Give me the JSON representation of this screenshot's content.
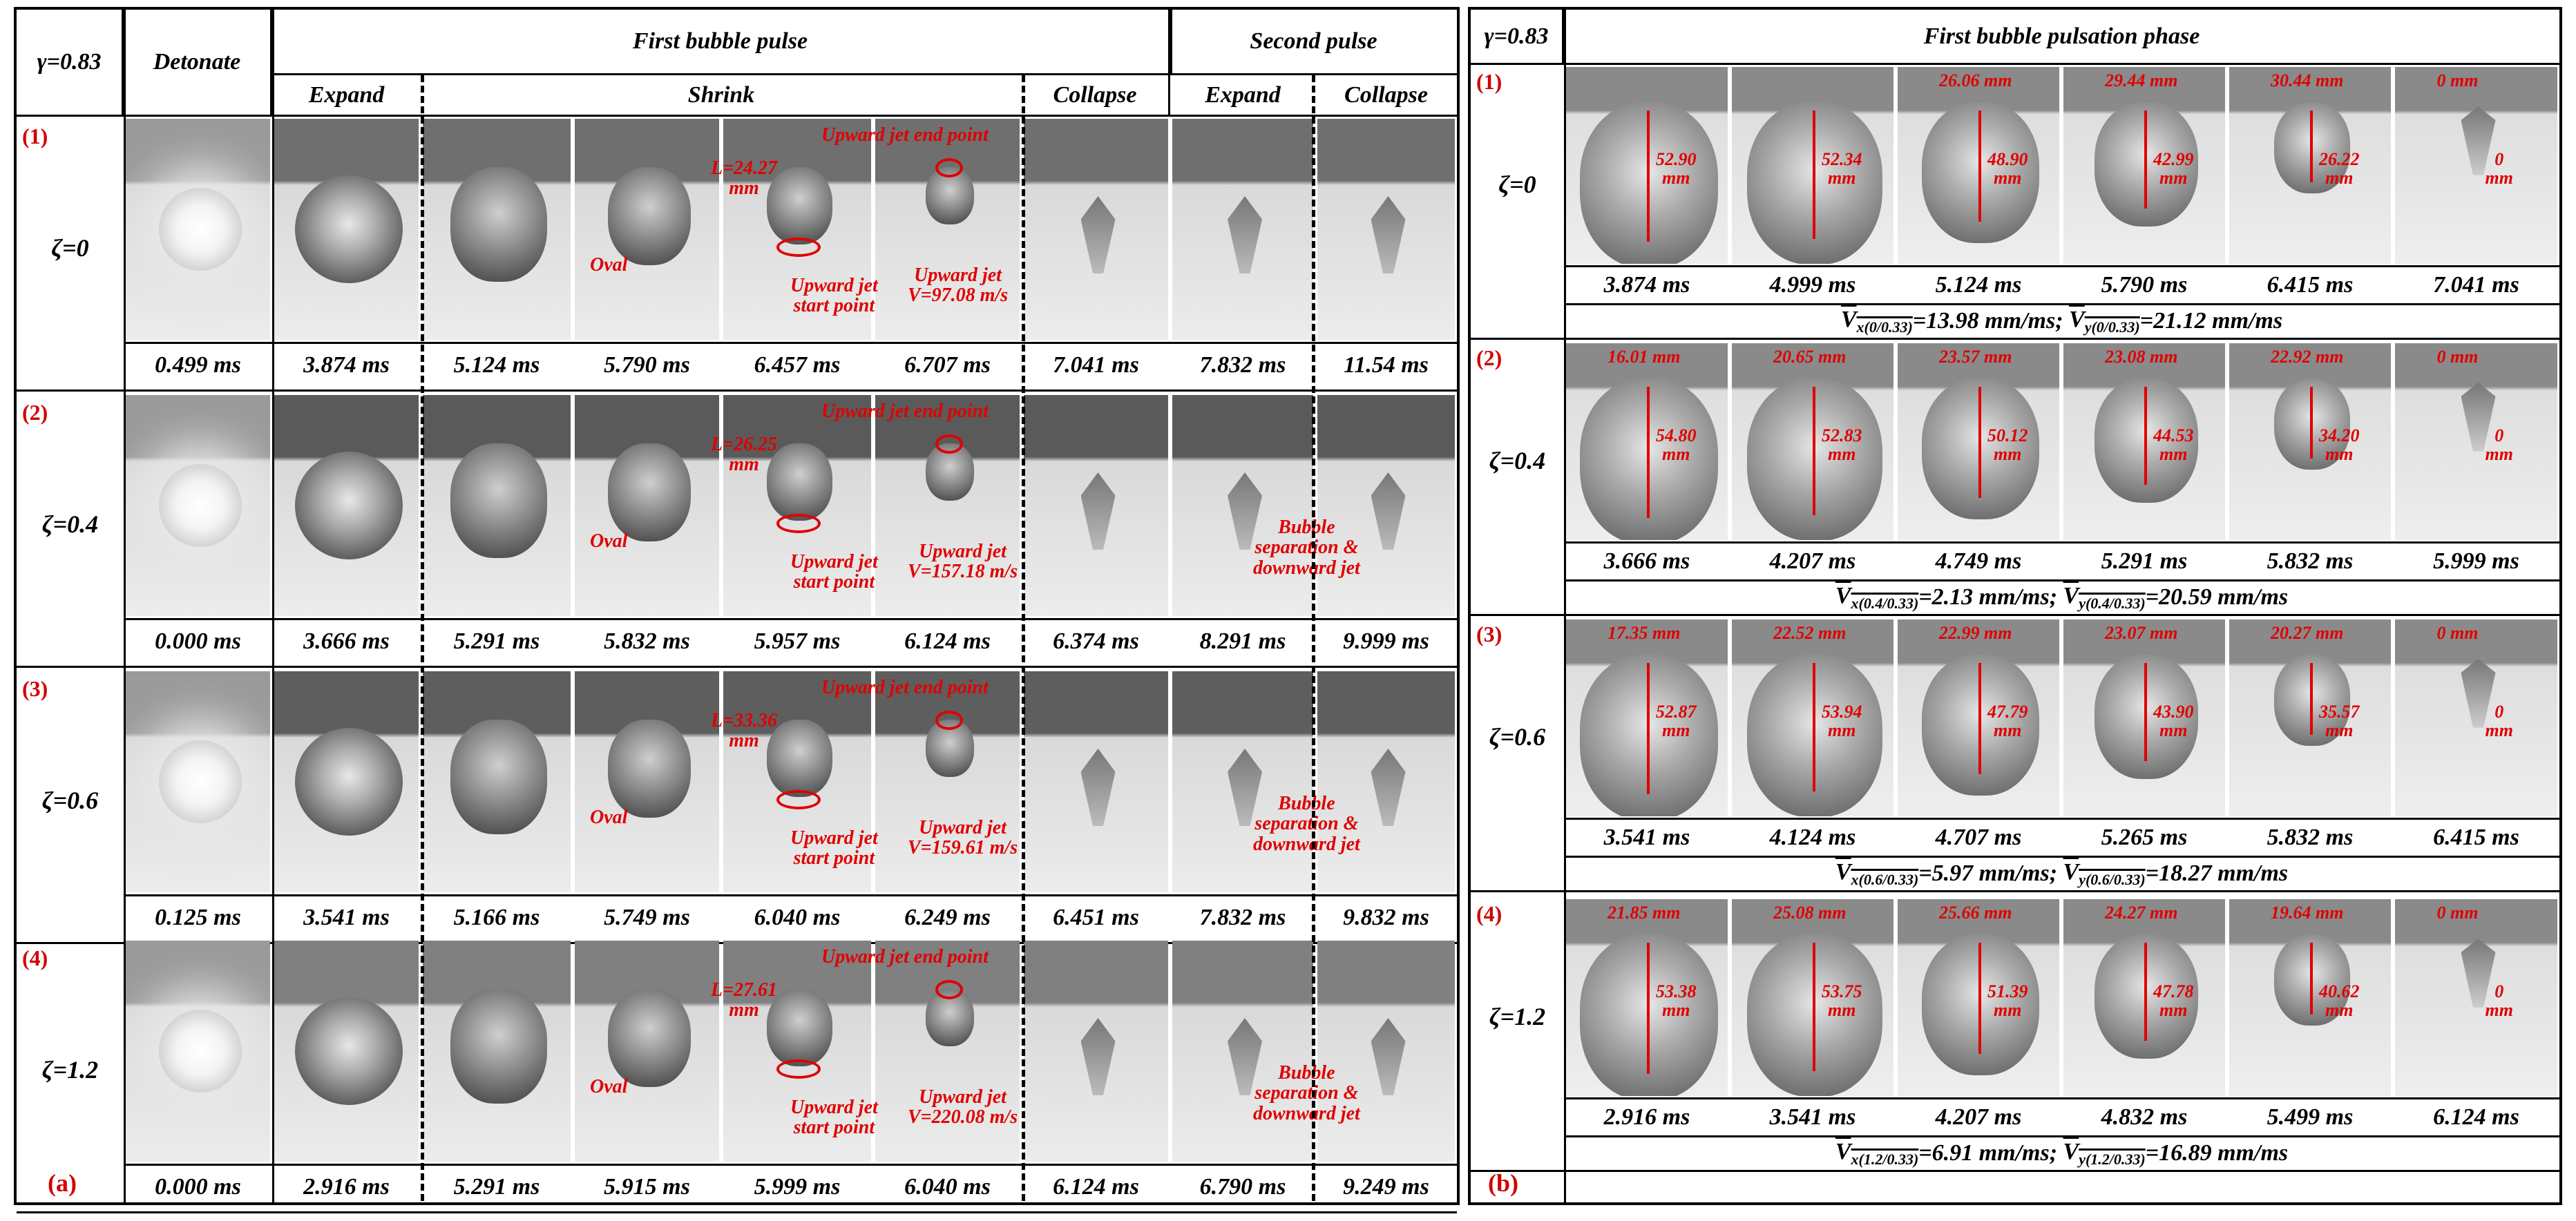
{
  "panel_a": {
    "label": "(a)",
    "gamma": "γ=0.83",
    "headers": {
      "detonate": "Detonate",
      "first_pulse": "First bubble pulse",
      "second_pulse": "Second pulse",
      "expand": "Expand",
      "shrink": "Shrink",
      "collapse": "Collapse",
      "expand2": "Expand",
      "collapse2": "Collapse"
    },
    "rows": [
      {
        "num": "(1)",
        "zeta": "ζ=0",
        "times": [
          "0.499 ms",
          "3.874 ms",
          "5.124 ms",
          "5.790 ms",
          "6.457 ms",
          "6.707 ms",
          "7.041 ms",
          "7.832 ms",
          "11.54 ms"
        ],
        "oval": "Oval",
        "L1": "L=24.27",
        "L2": "mm",
        "start1": "Upward jet",
        "start2": "start point",
        "end": "Upward jet end point",
        "jet1": "Upward jet",
        "jet2": "V=97.08 m/s",
        "sep1": "",
        "sep2": "",
        "sep3": ""
      },
      {
        "num": "(2)",
        "zeta": "ζ=0.4",
        "times": [
          "0.000 ms",
          "3.666 ms",
          "5.291 ms",
          "5.832 ms",
          "5.957 ms",
          "6.124 ms",
          "6.374 ms",
          "8.291 ms",
          "9.999 ms"
        ],
        "oval": "Oval",
        "L1": "L=26.25",
        "L2": "mm",
        "start1": "Upward jet",
        "start2": "start point",
        "end": "Upward jet end point",
        "jet1": "Upward jet",
        "jet2": "V=157.18 m/s",
        "sep1": "Bubble",
        "sep2": "separation &",
        "sep3": "downward jet"
      },
      {
        "num": "(3)",
        "zeta": "ζ=0.6",
        "times": [
          "0.125 ms",
          "3.541 ms",
          "5.166 ms",
          "5.749 ms",
          "6.040 ms",
          "6.249 ms",
          "6.451 ms",
          "7.832 ms",
          "9.832 ms"
        ],
        "oval": "Oval",
        "L1": "L=33.36",
        "L2": "mm",
        "start1": "Upward jet",
        "start2": "start point",
        "end": "Upward jet end point",
        "jet1": "Upward jet",
        "jet2": "V=159.61 m/s",
        "sep1": "Bubble",
        "sep2": "separation &",
        "sep3": "downward jet"
      },
      {
        "num": "(4)",
        "zeta": "ζ=1.2",
        "times": [
          "0.000 ms",
          "2.916 ms",
          "5.291 ms",
          "5.915 ms",
          "5.999 ms",
          "6.040 ms",
          "6.124 ms",
          "6.790 ms",
          "9.249 ms"
        ],
        "oval": "Oval",
        "L1": "L=27.61",
        "L2": "mm",
        "start1": "Upward jet",
        "start2": "start point",
        "end": "Upward jet end point",
        "jet1": "Upward jet",
        "jet2": "V=220.08 m/s",
        "sep1": "Bubble",
        "sep2": "separation &",
        "sep3": "downward jet"
      }
    ]
  },
  "panel_b": {
    "label": "(b)",
    "gamma": "γ=0.83",
    "title": "First bubble pulsation phase",
    "rows": [
      {
        "num": "(1)",
        "zeta": "ζ=0",
        "widths": [
          "",
          "",
          "26.06 mm",
          "29.44 mm",
          "30.44 mm",
          "0 mm"
        ],
        "heights": [
          [
            "52.90",
            "mm"
          ],
          [
            "52.34",
            "mm"
          ],
          [
            "48.90",
            "mm"
          ],
          [
            "42.99",
            "mm"
          ],
          [
            "26.22",
            "mm"
          ],
          [
            "0",
            "mm"
          ]
        ],
        "times": [
          "3.874 ms",
          "4.999 ms",
          "5.124 ms",
          "5.790 ms",
          "6.415 ms",
          "7.041 ms"
        ],
        "vx_sub": "x(0/0.33)",
        "vx_val": " =13.98 mm/ms; ",
        "vy_sub": "y(0/0.33)",
        "vy_val": " =21.12 mm/ms"
      },
      {
        "num": "(2)",
        "zeta": "ζ=0.4",
        "widths": [
          "16.01 mm",
          "20.65 mm",
          "23.57 mm",
          "23.08 mm",
          "22.92 mm",
          "0 mm"
        ],
        "heights": [
          [
            "54.80",
            "mm"
          ],
          [
            "52.83",
            "mm"
          ],
          [
            "50.12",
            "mm"
          ],
          [
            "44.53",
            "mm"
          ],
          [
            "34.20",
            "mm"
          ],
          [
            "0",
            "mm"
          ]
        ],
        "times": [
          "3.666 ms",
          "4.207 ms",
          "4.749 ms",
          "5.291 ms",
          "5.832 ms",
          "5.999 ms"
        ],
        "vx_sub": "x(0.4/0.33)",
        "vx_val": " =2.13 mm/ms; ",
        "vy_sub": "y(0.4/0.33)",
        "vy_val": " =20.59 mm/ms"
      },
      {
        "num": "(3)",
        "zeta": "ζ=0.6",
        "widths": [
          "17.35 mm",
          "22.52 mm",
          "22.99 mm",
          "23.07 mm",
          "20.27 mm",
          "0 mm"
        ],
        "heights": [
          [
            "52.87",
            "mm"
          ],
          [
            "53.94",
            "mm"
          ],
          [
            "47.79",
            "mm"
          ],
          [
            "43.90",
            "mm"
          ],
          [
            "35.57",
            "mm"
          ],
          [
            "0",
            "mm"
          ]
        ],
        "times": [
          "3.541 ms",
          "4.124 ms",
          "4.707 ms",
          "5.265 ms",
          "5.832 ms",
          "6.415 ms"
        ],
        "vx_sub": "x(0.6/0.33)",
        "vx_val": " =5.97 mm/ms; ",
        "vy_sub": "y(0.6/0.33)",
        "vy_val": " =18.27 mm/ms"
      },
      {
        "num": "(4)",
        "zeta": "ζ=1.2",
        "widths": [
          "21.85 mm",
          "25.08 mm",
          "25.66 mm",
          "24.27 mm",
          "19.64 mm",
          "0 mm"
        ],
        "heights": [
          [
            "53.38",
            "mm"
          ],
          [
            "53.75",
            "mm"
          ],
          [
            "51.39",
            "mm"
          ],
          [
            "47.78",
            "mm"
          ],
          [
            "40.62",
            "mm"
          ],
          [
            "0",
            "mm"
          ]
        ],
        "times": [
          "2.916 ms",
          "3.541 ms",
          "4.207 ms",
          "4.832 ms",
          "5.499 ms",
          "6.124 ms"
        ],
        "vx_sub": "x(1.2/0.33)",
        "vx_val": " =6.91 mm/ms; ",
        "vy_sub": "y(1.2/0.33)",
        "vy_val": " =16.89 mm/ms"
      }
    ]
  }
}
